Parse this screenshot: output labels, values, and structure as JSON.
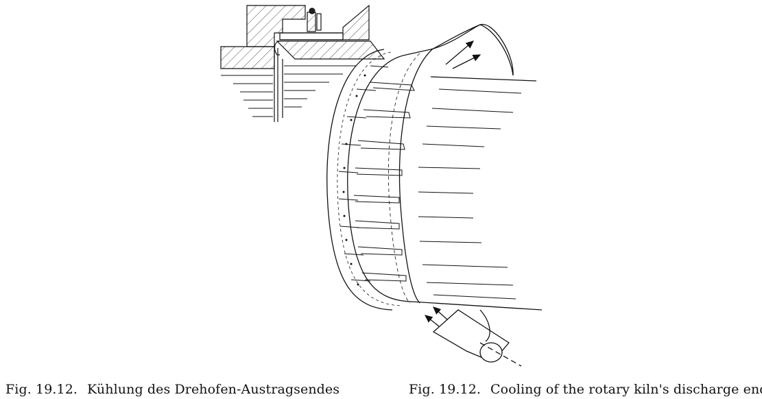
{
  "figure": {
    "icons": {
      "section_detail": "kiln-seal-cross-section",
      "kiln": "rotary-kiln-discharge-end",
      "fan": "cooling-air-fan-nozzle"
    }
  },
  "captions": {
    "german": {
      "number": "Fig. 19.12.",
      "text": "Kühlung des Drehofen-Austragsendes"
    },
    "english": {
      "number": "Fig. 19.12.",
      "text": "Cooling of the rotary kiln's discharge end"
    }
  }
}
